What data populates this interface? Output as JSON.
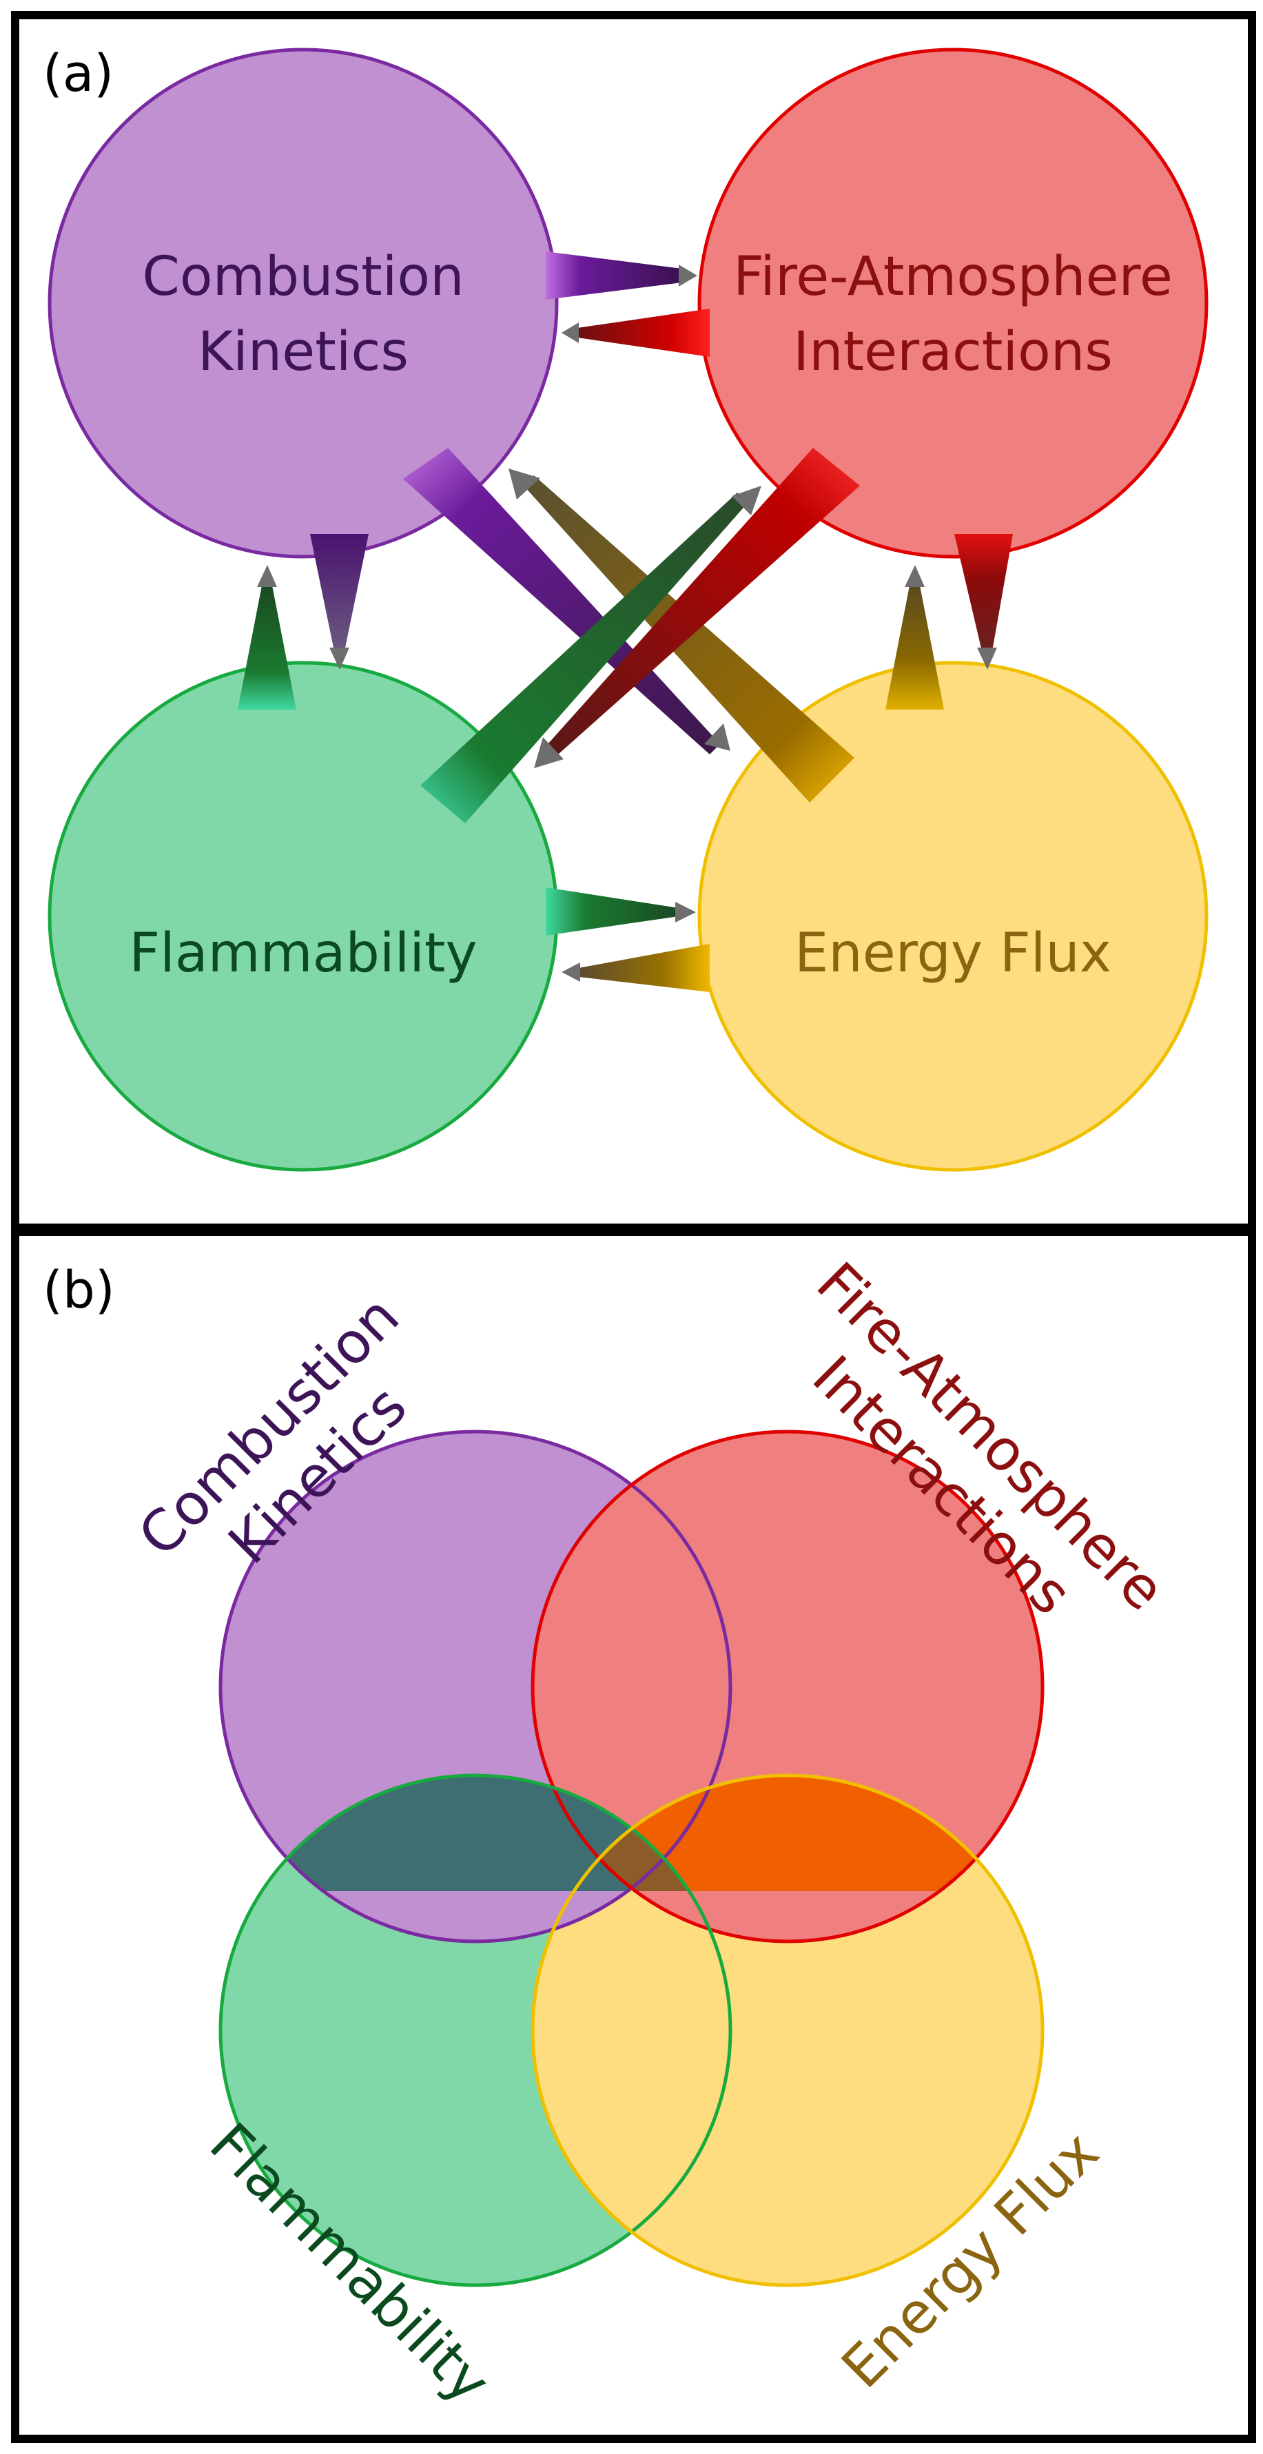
{
  "panel_a": {
    "label": "(a)",
    "nodes": {
      "combustion": {
        "line1": "Combustion",
        "line2": "Kinetics"
      },
      "fire_atmosphere": {
        "line1": "Fire-Atmosphere",
        "line2": "Interactions"
      },
      "flammability": {
        "line1": "Flammability"
      },
      "energy_flux": {
        "line1": "Energy Flux"
      }
    }
  },
  "panel_b": {
    "label": "(b)",
    "sets": {
      "combustion": {
        "line1": "Combustion",
        "line2": "Kinetics"
      },
      "fire_atmosphere": {
        "line1": "Fire-Atmosphere",
        "line2": "Interactions"
      },
      "flammability": {
        "line1": "Flammability"
      },
      "energy_flux": {
        "line1": "Energy Flux"
      }
    }
  },
  "colors": {
    "combustion_fill": "#c090d0",
    "combustion_stroke": "#7a2aa0",
    "combustion_text": "#3d1458",
    "fire_fill": "#f08080",
    "fire_stroke": "#e00000",
    "fire_text": "#8b0f0f",
    "flam_fill": "#80d8a8",
    "flam_stroke": "#18aa40",
    "flam_text": "#0b4a1e",
    "energy_fill": "#fddd80",
    "energy_stroke": "#f0c000",
    "energy_text": "#8b6410",
    "overlap_dark": "#3e6e72",
    "overlap_orange": "#f06000",
    "overlap_brown": "#8b5c28",
    "arrow_tip": "#6e6e6e",
    "border": "#000000"
  }
}
